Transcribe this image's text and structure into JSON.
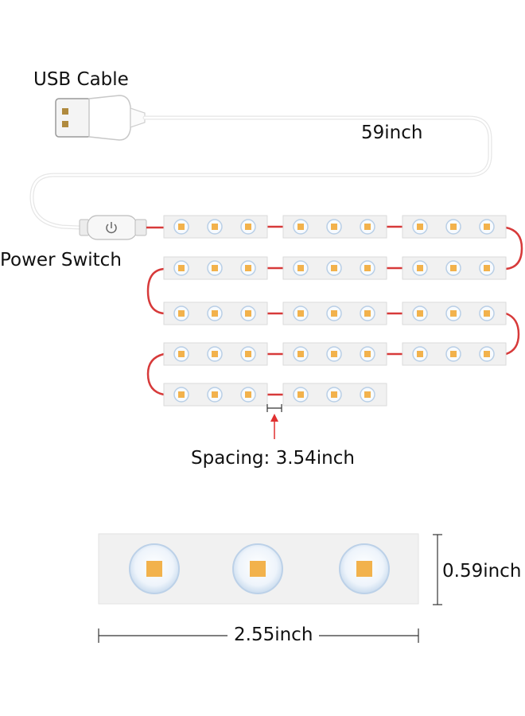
{
  "labels": {
    "usb_cable": "USB Cable",
    "cable_length": "59inch",
    "power_switch": "Power Switch",
    "spacing": "Spacing: 3.54inch",
    "module_height": "0.59inch",
    "module_width": "2.55inch"
  },
  "strip": {
    "full_rows_modules": 3,
    "last_row_modules": 2,
    "leds_per_module": 3,
    "rows": 5
  },
  "colors": {
    "module": "#f1f1f1",
    "wire_red": "#d73a3a",
    "led_chip": "#f2b24c",
    "led_ring": "#b9cfe6",
    "arrow": "#e03030",
    "cable": "#e9e9e9"
  }
}
